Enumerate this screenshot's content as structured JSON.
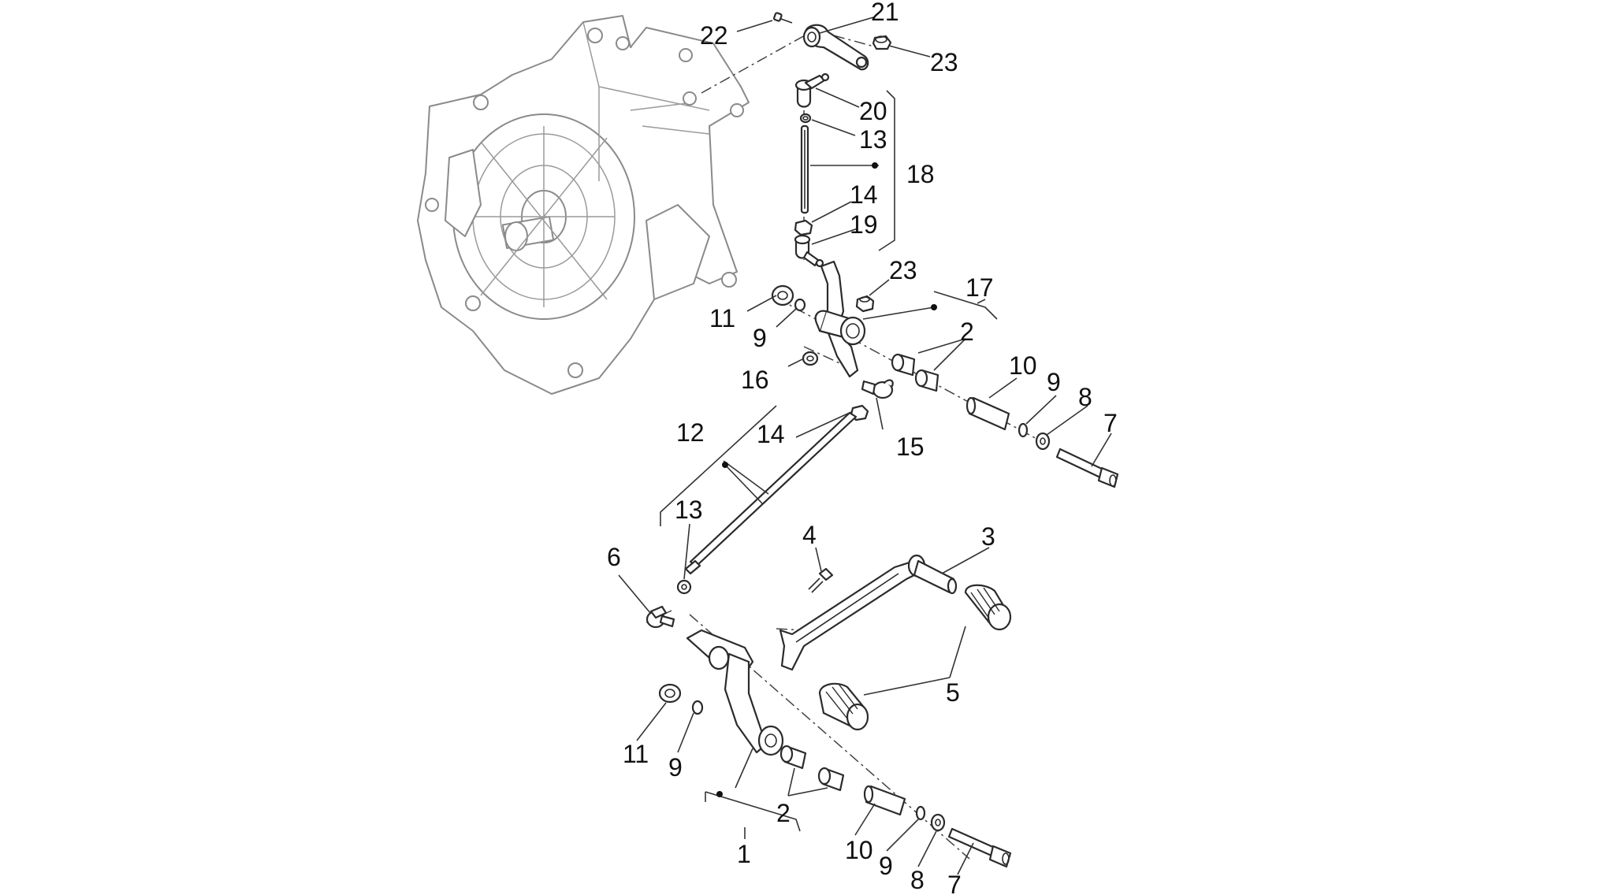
{
  "diagram": {
    "title": "",
    "callouts": {
      "c1": "1",
      "c2a": "2",
      "c2b": "2",
      "c3": "3",
      "c4": "4",
      "c5": "5",
      "c6": "6",
      "c7a": "7",
      "c7b": "7",
      "c8a": "8",
      "c8b": "8",
      "c9a": "9",
      "c9b": "9",
      "c9c": "9",
      "c9d": "9",
      "c10a": "10",
      "c10b": "10",
      "c11a": "11",
      "c11b": "11",
      "c12": "12",
      "c13a": "13",
      "c13b": "13",
      "c14a": "14",
      "c14b": "14",
      "c15": "15",
      "c16": "16",
      "c17": "17",
      "c18": "18",
      "c19": "19",
      "c20": "20",
      "c21": "21",
      "c22": "22",
      "c23a": "23",
      "c23b": "23"
    },
    "colors": {
      "line": "#2b2b2b",
      "casing": "#8a8a8a",
      "background": "#ffffff"
    }
  }
}
